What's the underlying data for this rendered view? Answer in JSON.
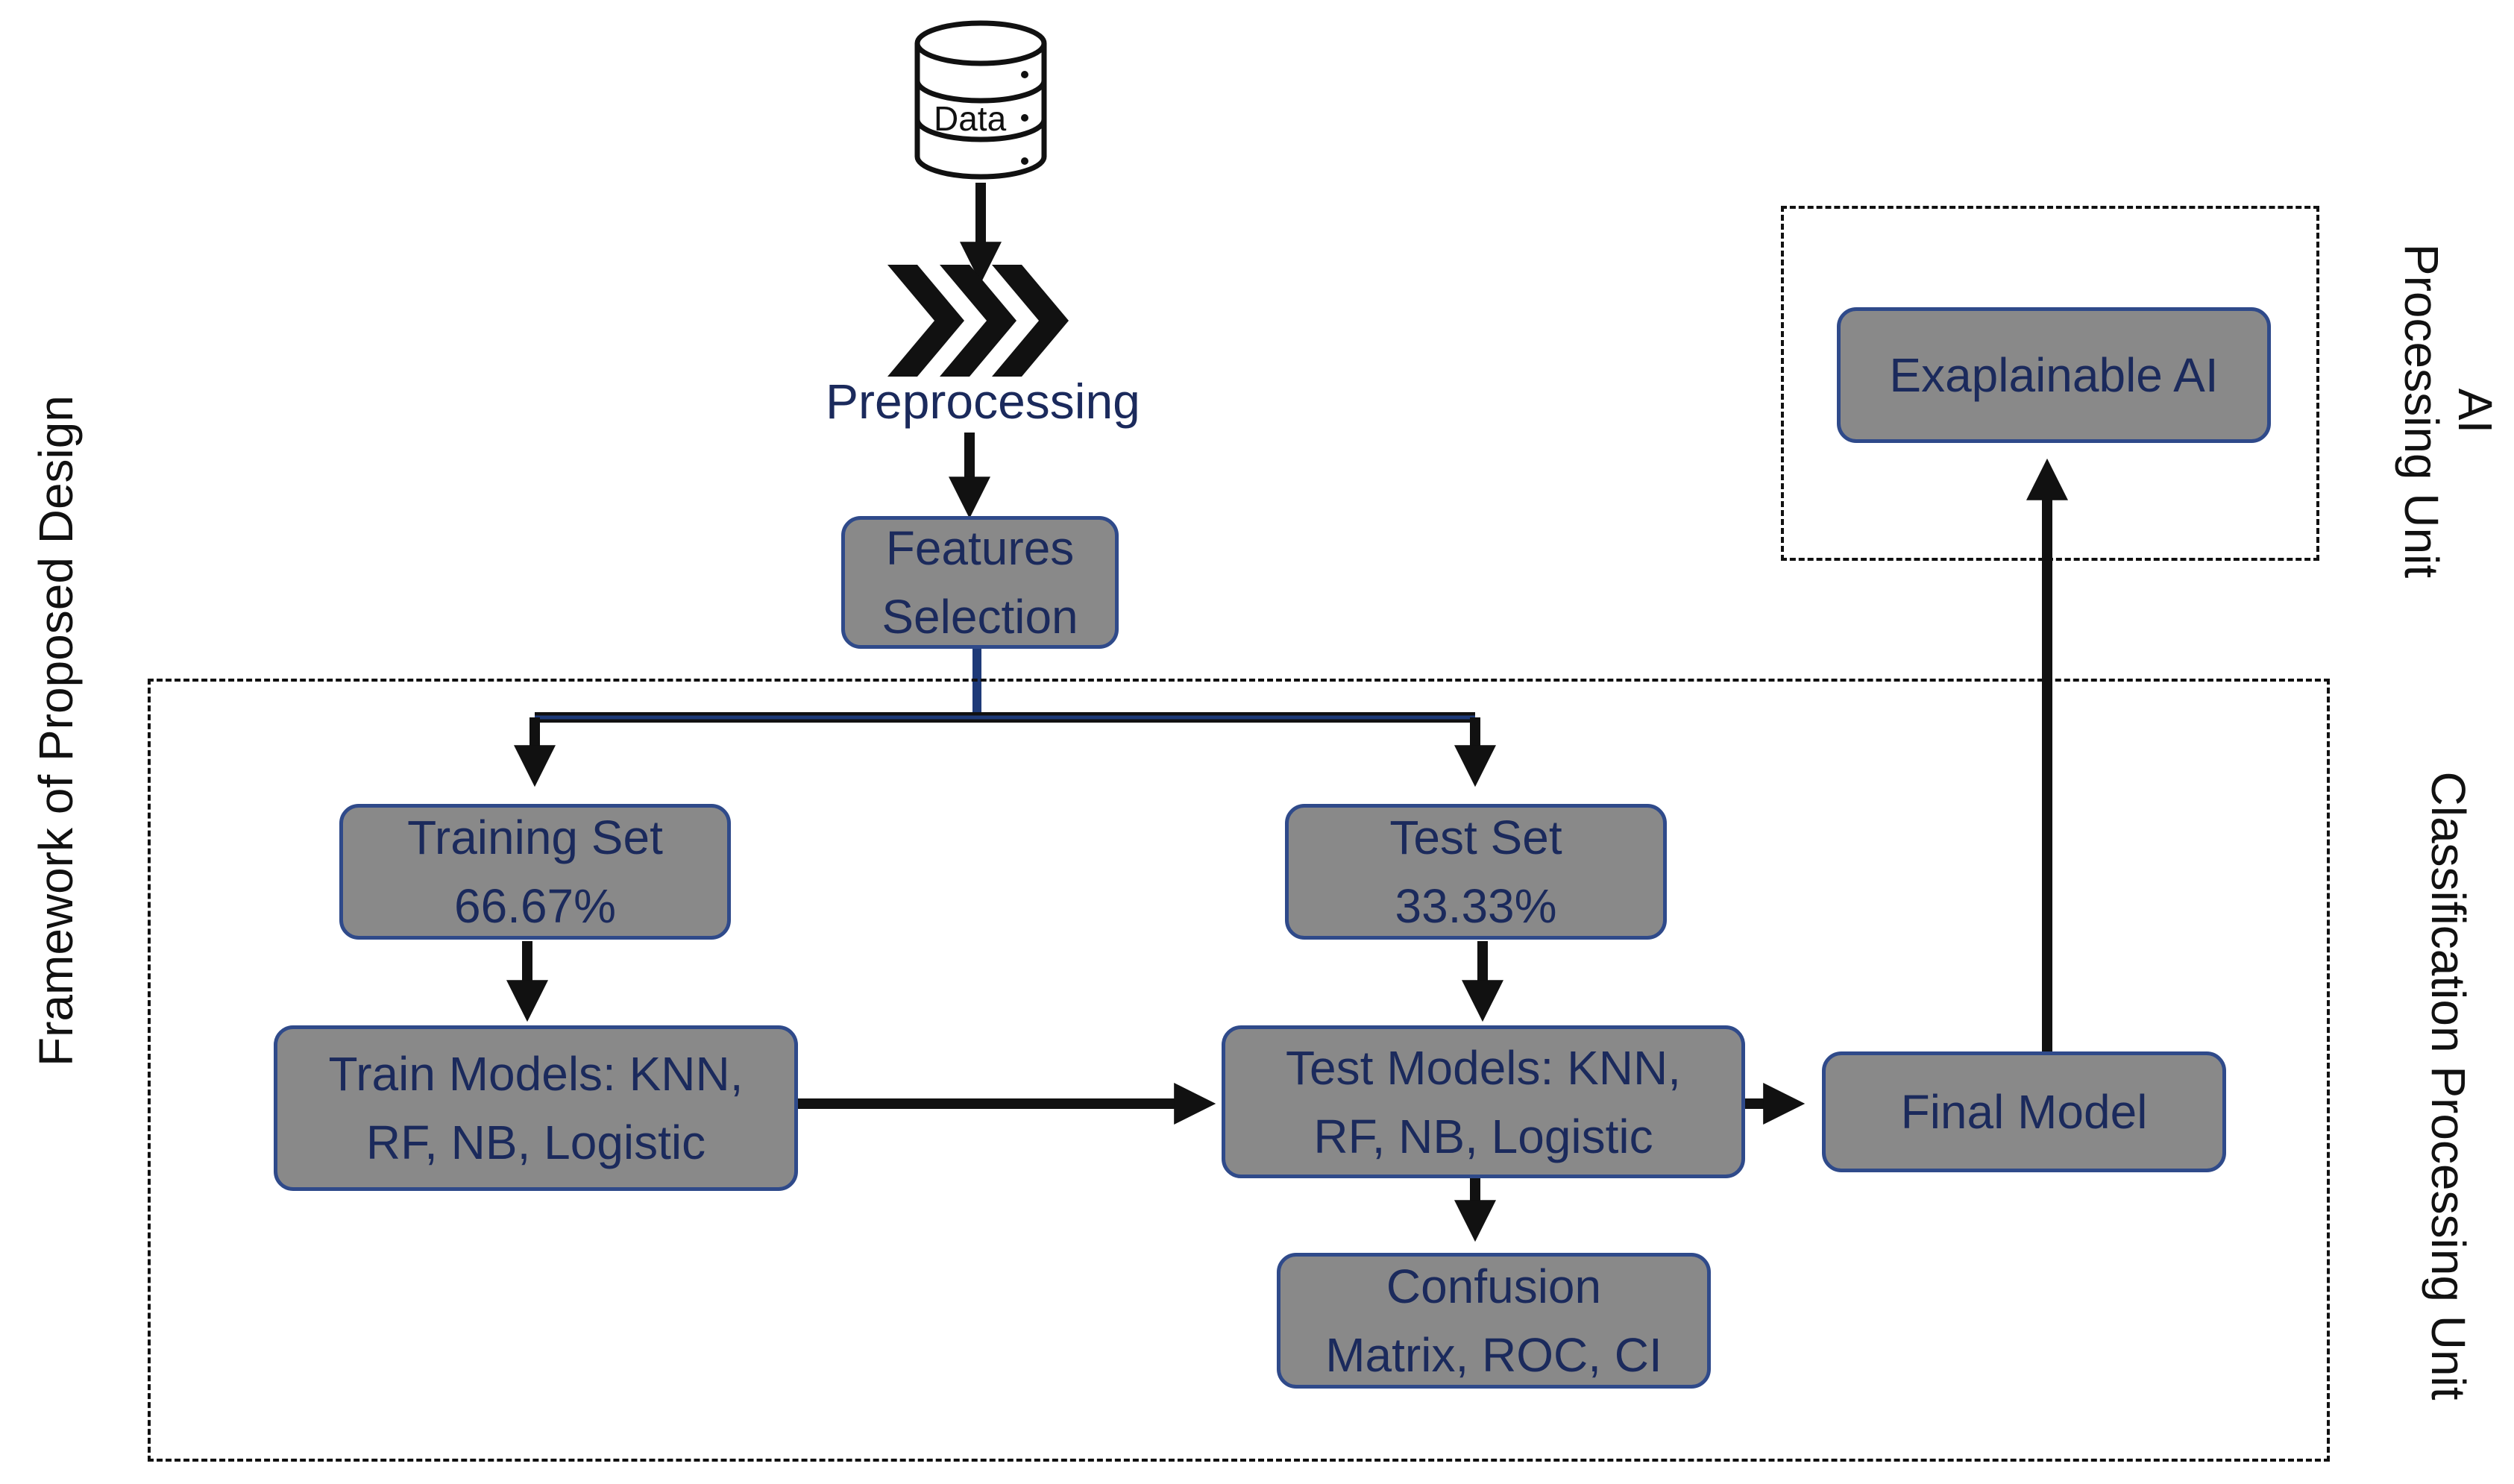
{
  "diagram": {
    "side_title": "Framework of Proposed Design",
    "data_label": "Data",
    "preprocessing_label": "Preprocessing",
    "nodes": {
      "features_selection": [
        "Features",
        "Selection"
      ],
      "training_set": [
        "Training Set",
        "66.67%"
      ],
      "test_set": [
        "Test Set",
        "33.33%"
      ],
      "train_models": [
        "Train Models: KNN,",
        "RF, NB, Logistic"
      ],
      "test_models": [
        "Test Models: KNN,",
        "RF, NB, Logistic"
      ],
      "final_model": [
        "Final Model"
      ],
      "confusion_matrix": [
        "Confusion",
        "Matrix, ROC, CI"
      ],
      "explainable_ai": [
        "Exaplainable AI"
      ]
    },
    "units": {
      "ai_unit": [
        "AI",
        "Processing Unit"
      ],
      "classification_unit": [
        "Classification Processing Unit"
      ]
    },
    "colors": {
      "box_fill": "#898989",
      "box_border": "#2f4a8a",
      "box_text": "#1b2a5c",
      "arrow": "#111111",
      "branch_line": "#1e3a78"
    }
  }
}
